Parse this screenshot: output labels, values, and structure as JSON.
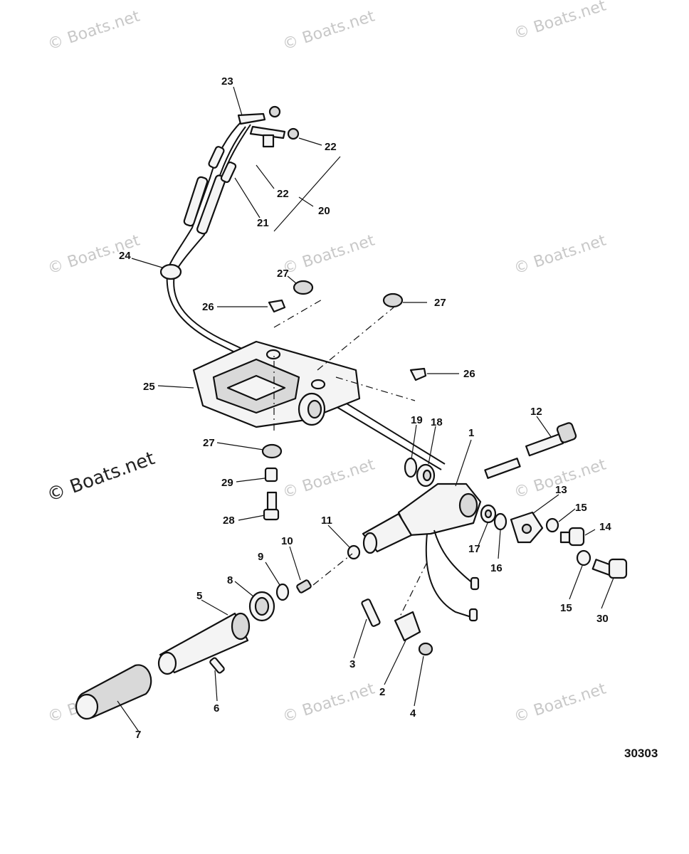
{
  "watermark": "© Boats.net",
  "figure_number": "30303",
  "callouts": {
    "c1": "1",
    "c2": "2",
    "c3": "3",
    "c4": "4",
    "c5": "5",
    "c6": "6",
    "c7": "7",
    "c8": "8",
    "c9": "9",
    "c10": "10",
    "c11": "11",
    "c12": "12",
    "c13": "13",
    "c14": "14",
    "c15a": "15",
    "c15b": "15",
    "c16": "16",
    "c17": "17",
    "c18": "18",
    "c19": "19",
    "c20": "20",
    "c21": "21",
    "c22a": "22",
    "c22b": "22",
    "c23": "23",
    "c24": "24",
    "c25": "25",
    "c26a": "26",
    "c26b": "26",
    "c27a": "27",
    "c27b": "27",
    "c27c": "27",
    "c28": "28",
    "c29": "29",
    "c30": "30"
  }
}
